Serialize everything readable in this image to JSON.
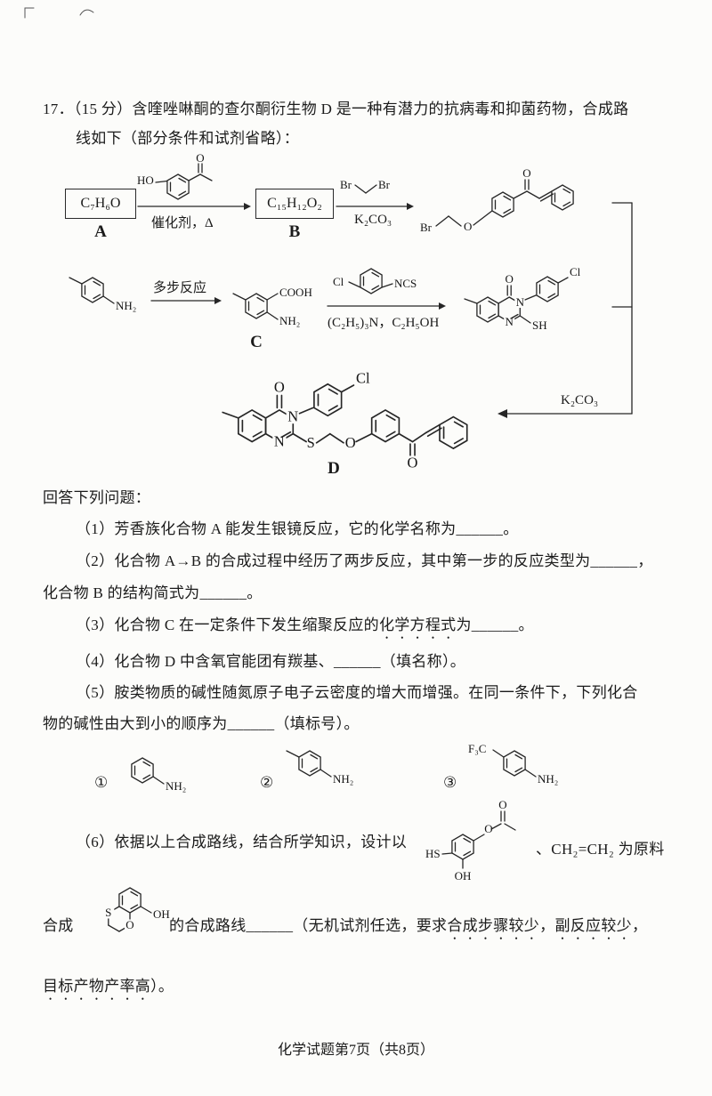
{
  "header": {
    "q17_line1": "17．（15 分）含喹唑啉酮的查尔酮衍生物 D 是一种有潜力的抗病毒和抑菌药物，合成路",
    "q17_line2": "线如下（部分条件和试剂省略）："
  },
  "scheme": {
    "boxA": {
      "formula": "C₇H₆O",
      "label": "A"
    },
    "arrow1": {
      "below": "催化剂，Δ"
    },
    "s1": {
      "ho": "HO",
      "o": "O"
    },
    "boxB": {
      "formula": "C₁₅H₁₂O₂",
      "label": "B"
    },
    "arrow2": {
      "below": "K₂CO₃"
    },
    "s2": {
      "br_left": "Br",
      "br_right": "Br"
    },
    "s3": {
      "br": "Br",
      "o_ether": "O",
      "o_carbonyl": "O"
    },
    "s4": {
      "nh2": "NH₂"
    },
    "arrow3": {
      "above": "多步反应"
    },
    "compC": {
      "cooh": "COOH",
      "nh2": "NH₂",
      "label": "C"
    },
    "arrow4": {
      "below": "(C₂H₅)₃N，C₂H₅OH"
    },
    "s6": {
      "cl": "Cl",
      "ncs": "NCS"
    },
    "s7": {
      "o": "O",
      "n3": "N",
      "n1": "N",
      "cl": "Cl",
      "sh": "SH"
    },
    "arrow5": {
      "above": "K₂CO₃"
    },
    "compD": {
      "o_top": "O",
      "n3": "N",
      "n1": "N",
      "cl": "Cl",
      "s": "S",
      "o_ether": "O",
      "o_carbonyl": "O",
      "label": "D"
    }
  },
  "questions": {
    "prompt": "回答下列问题：",
    "q1": "（1）芳香族化合物 A 能发生银镜反应，它的化学名称为______。",
    "q2a": "（2）化合物 A→B 的合成过程中经历了两步反应，其中第一步的反应类型为______，",
    "q2b": "化合物 B 的结构简式为______。",
    "q3a": "（3）化合物 C 在一定条件下发生缩聚反应的",
    "q3b": "化学方程式",
    "q3c": "为______。",
    "q4": "（4）化合物 D 中含氧官能团有羰基、______（填名称）。",
    "q5a": "（5）胺类物质的碱性随氮原子电子云密度的增大而增强。在同一条件下，下列化合",
    "q5b": "物的碱性由大到小的顺序为______（填标号）。",
    "q5_structs": {
      "n1": "①",
      "nh2_1": "NH₂",
      "n2": "②",
      "nh2_2": "NH₂",
      "n3": "③",
      "f3c": "F₃C",
      "nh2_3": "NH₂"
    },
    "q6a": "（6）依据以上合成路线，结合所学知识，设计以",
    "s12": {
      "hs": "HS",
      "oh": "OH",
      "o_ester": "O",
      "o_carbonyl": "O"
    },
    "q6b": "、CH₂=CH₂ 为原料",
    "q6c_prefix": "合成",
    "s13": {
      "s": "S",
      "o": "O",
      "oh": "OH"
    },
    "q6d_a": "的合成路线______（无机试剂任选，要求",
    "q6d_b": "合成步骤较少",
    "q6d_c": "，",
    "q6d_d": "副反应较少",
    "q6d_e": "，",
    "q6e_a": "目标产物产率高",
    "q6e_b": "）。"
  },
  "footer": "化学试题第7页（共8页）"
}
